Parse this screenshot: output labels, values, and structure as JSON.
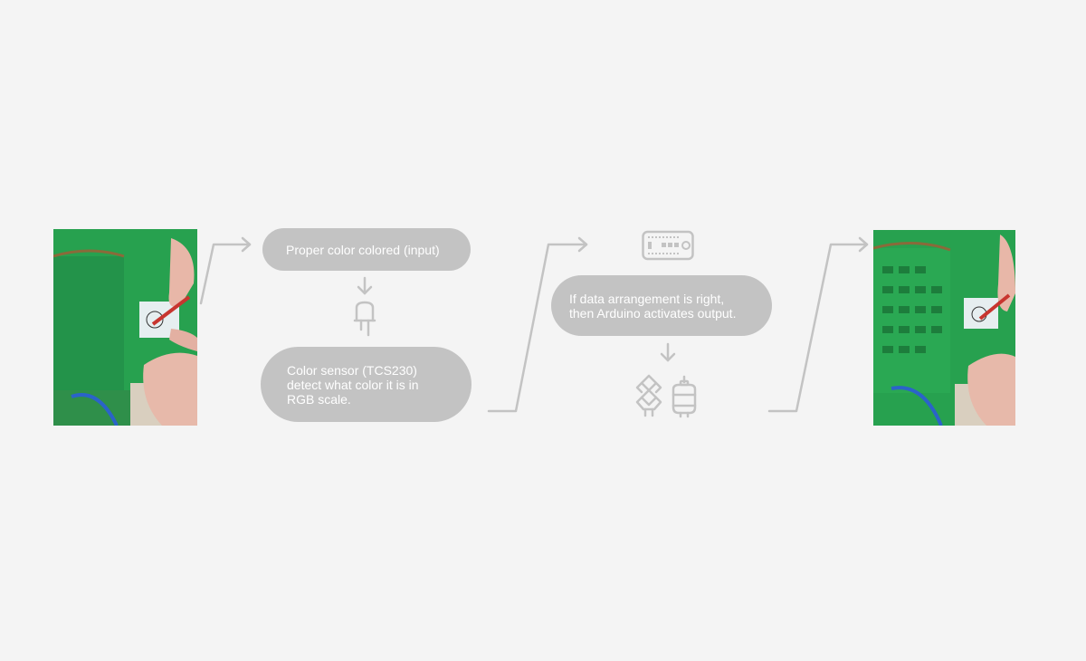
{
  "colors": {
    "background": "#f4f4f4",
    "pill": "#c3c3c3",
    "pill_text": "#ffffff",
    "connector": "#c3c3c3",
    "photo_green": "#27a14f"
  },
  "steps": {
    "input": "Proper color colored (input)",
    "sensor": "Color sensor (TCS230)\ndetect what color it is in\nRGB scale.",
    "arduino": "If data arrangement is right,\nthen Arduino activates output."
  },
  "icons": {
    "sensor": "led-sensor-icon",
    "board": "microcontroller-board-icon",
    "servo": "servo-icon",
    "motor": "motor-icon"
  }
}
